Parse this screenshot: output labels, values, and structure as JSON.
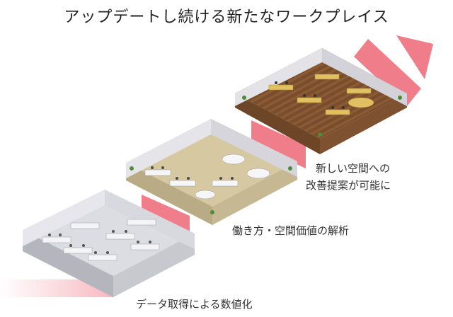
{
  "title": "アップデートし続ける新たなワークプレイス",
  "steps": [
    {
      "label": "データ取得による数値化"
    },
    {
      "label": "働き方・空間価値の解析"
    },
    {
      "label_line1": "新しい空間への",
      "label_line2": "改善提案が可能に"
    }
  ],
  "colors": {
    "arrow": "#f07d8a",
    "floor1": "#e9e9ee",
    "floor2": "#d2c49c",
    "floor3": "#8a5a35",
    "wall": "#c8c8cf"
  }
}
